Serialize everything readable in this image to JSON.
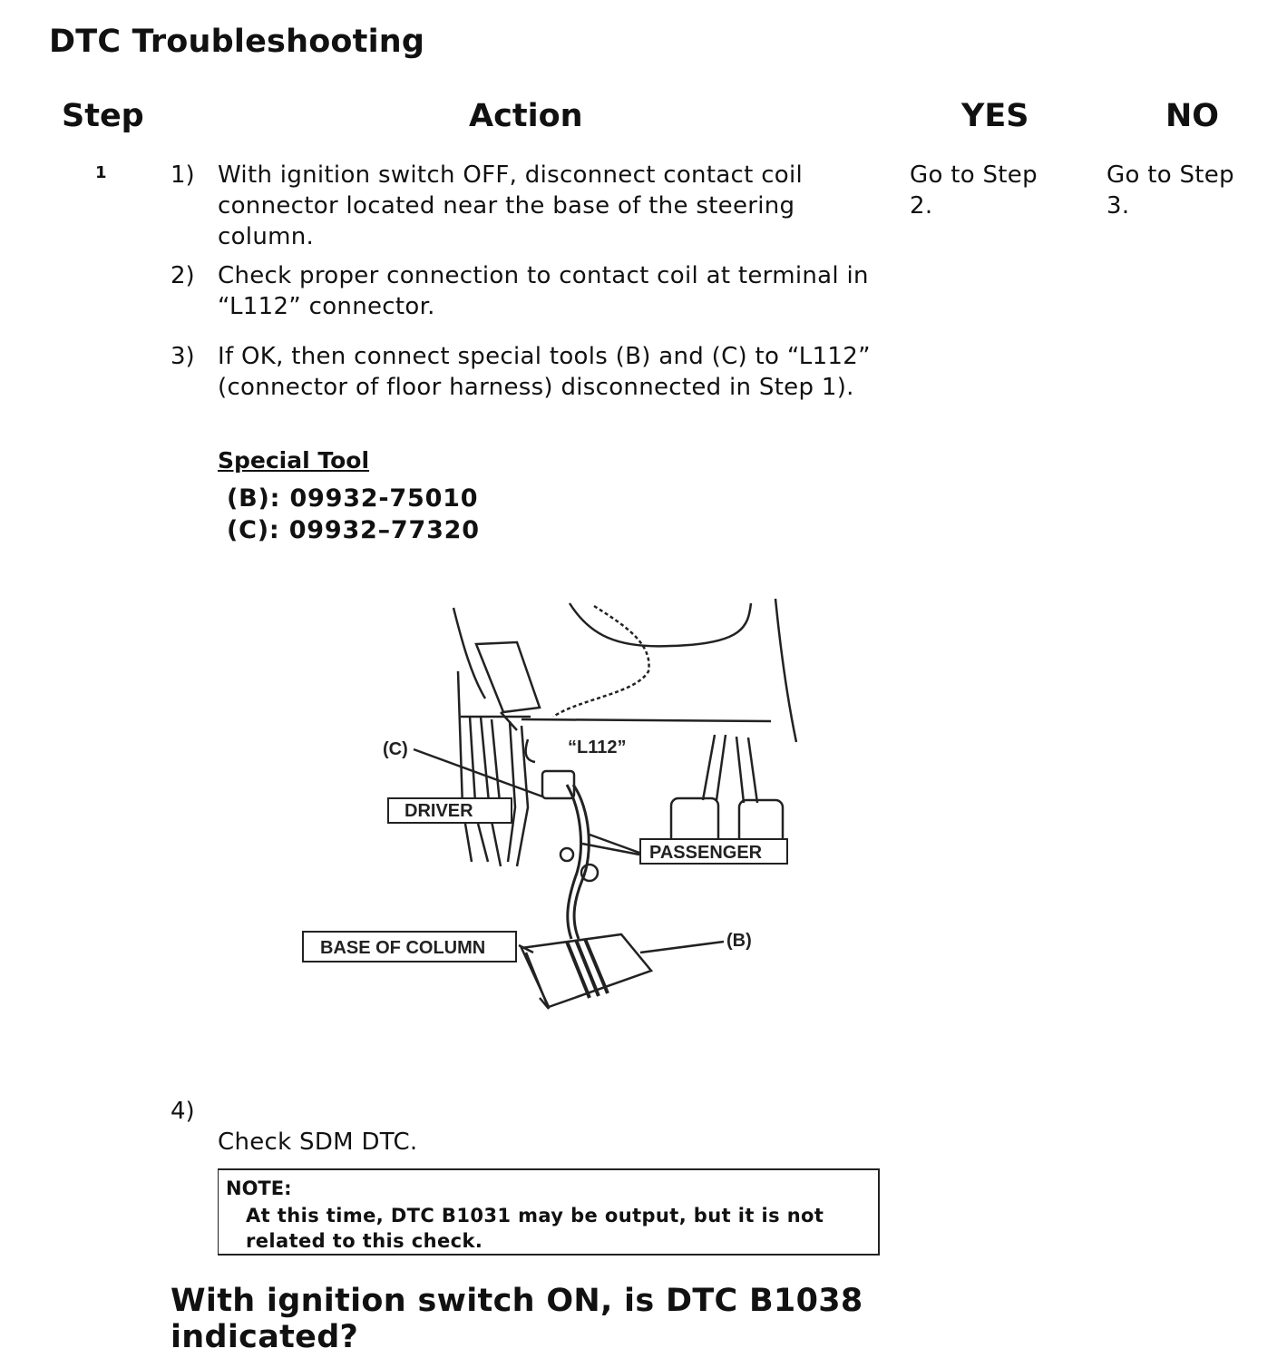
{
  "document": {
    "title": "DTC Troubleshooting",
    "headers": {
      "step": "Step",
      "action": "Action",
      "yes": "YES",
      "no": "NO"
    },
    "step_number": "1",
    "actions": [
      {
        "num": "1)",
        "text": "With ignition switch OFF, disconnect contact coil connector located near the base of the steering column."
      },
      {
        "num": "2)",
        "text": "Check proper connection to contact coil at terminal in “L112” connector."
      },
      {
        "num": "3)",
        "text": "If OK, then connect special tools (B) and (C) to “L112” (connector of floor harness) disconnected in Step 1)."
      },
      {
        "num": "4)",
        "text": "Check SDM DTC."
      }
    ],
    "special_tool": {
      "heading": "Special Tool",
      "items": [
        "(B): 09932-75010",
        "(C): 09932–77320"
      ]
    },
    "diagram_labels": {
      "c": "(C)",
      "l112": "“L112”",
      "driver": "DRIVER",
      "passenger": "PASSENGER",
      "base": "BASE OF COLUMN",
      "b": "(B)"
    },
    "note": {
      "heading": "NOTE:",
      "text": "At this time, DTC B1031 may be output, but it is not related to this check."
    },
    "yes_text": "Go to Step 2.",
    "no_text": "Go to Step 3.",
    "question": "With ignition switch ON, is DTC B1038 indicated?"
  }
}
